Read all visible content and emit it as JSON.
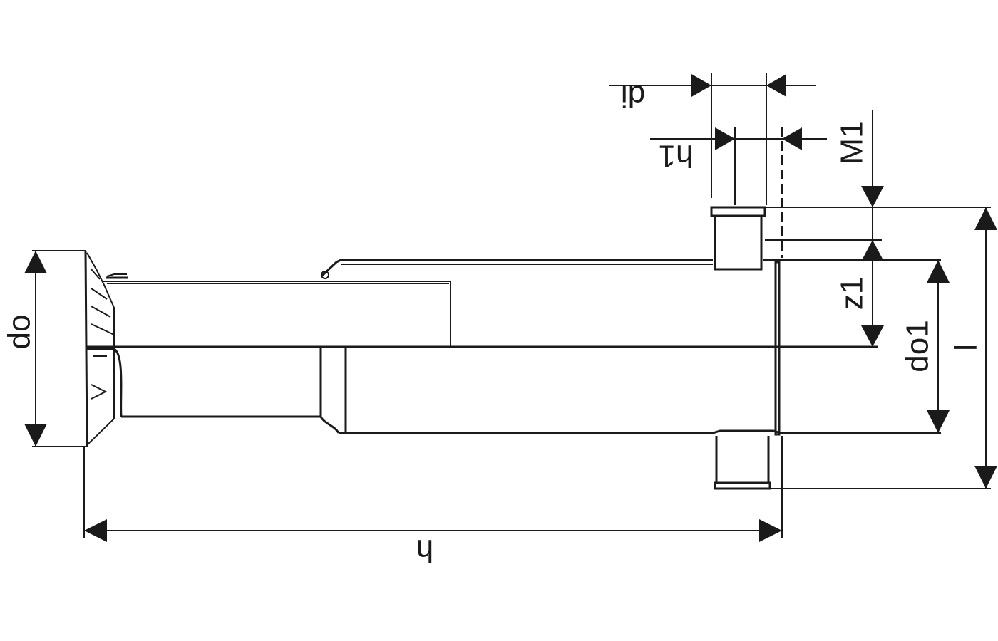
{
  "labels": {
    "di": "di",
    "h1": "h1",
    "M1": "M1",
    "z1": "z1",
    "do1": "do1",
    "l": "l",
    "do": "do",
    "h": "h"
  },
  "colors": {
    "line": "#1a1a1a",
    "background": "#ffffff"
  }
}
